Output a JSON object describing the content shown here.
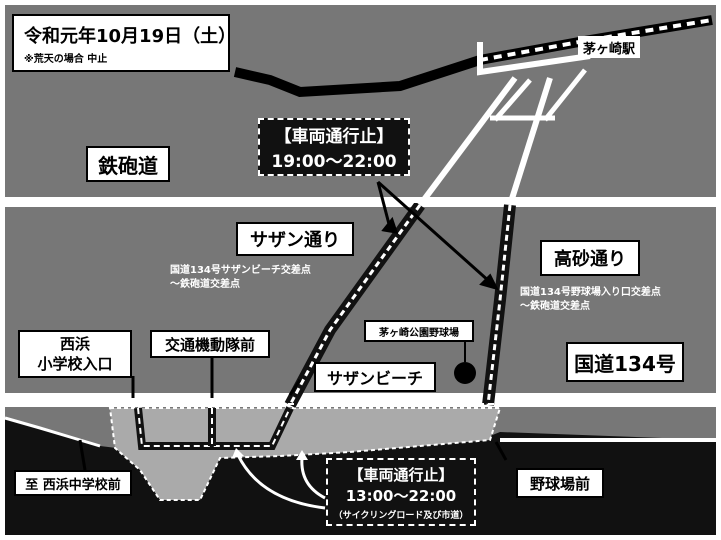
{
  "event": {
    "date": "令和元年10月19日（土）",
    "note": "※荒天の場合 中止"
  },
  "closures": {
    "main_label": "【車両通行止】",
    "main_time": "19:00～22:00",
    "coast_label": "【車両通行止】",
    "coast_time": "13:00～22:00",
    "coast_note": "（サイクリングロード及び市道）"
  },
  "places": {
    "station": "茅ヶ崎駅",
    "teppodo": "鉄砲道",
    "southern_dori": "サザン通り",
    "takasuna_dori": "高砂通り",
    "route134": "国道134号",
    "ballpark": "茅ヶ崎公園野球場",
    "nishihama_entrance": "西浜\n小学校入口",
    "koutsuu_kidoutai": "交通機動隊前",
    "southern_beach": "サザンビーチ",
    "to_nishihama_jhs": "至 西浜中学校前",
    "yakyujo_mae": "野球場前"
  },
  "sections": {
    "southern_section": "国道134号サザンビーチ交差点\n～鉄砲道交差点",
    "takasuna_section": "国道134号野球場入り口交差点\n～鉄砲道交差点"
  },
  "colors": {
    "land": "#777777",
    "sea": "#111111",
    "road": "#ffffff",
    "beach_area": "#aaaaaa"
  }
}
